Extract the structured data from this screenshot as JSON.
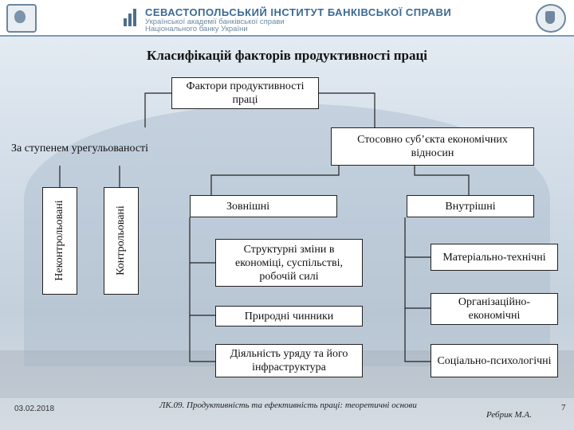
{
  "header": {
    "institute_name": "СЕВАСТОПОЛЬСЬКИЙ ІНСТИТУТ БАНКІВСЬКОЇ СПРАВИ",
    "institute_sub1": "Української академії банківської справи",
    "institute_sub2": "Національного банку України"
  },
  "title": "Класифікацій факторів продуктивності праці",
  "diagram": {
    "root": "Фактори продуктивності праці",
    "left_group": "За ступенем урегульованості",
    "right_group": "Стосовно суб’єкта економічних відносин",
    "left_children": [
      "Неконтрольовані",
      "Контрольовані"
    ],
    "external": {
      "label": "Зовнішні",
      "items": [
        "Структурні зміни в економіці, суспільстві, робочій силі",
        "Природні чинники",
        "Діяльність уряду та його інфраструктура"
      ]
    },
    "internal": {
      "label": "Внутрішні",
      "items": [
        "Матеріально-технічні",
        "Організаційно-економічні",
        "Соціально-психологічні"
      ]
    }
  },
  "footer": {
    "date": "03.02.2018",
    "course": "ЛК.09. Продуктивність та ефективність праці: теоретичні основи",
    "author": "Ребрик М.А.",
    "page": "7"
  },
  "colors": {
    "header_text": "#3b6a93",
    "connector": "#222222"
  }
}
